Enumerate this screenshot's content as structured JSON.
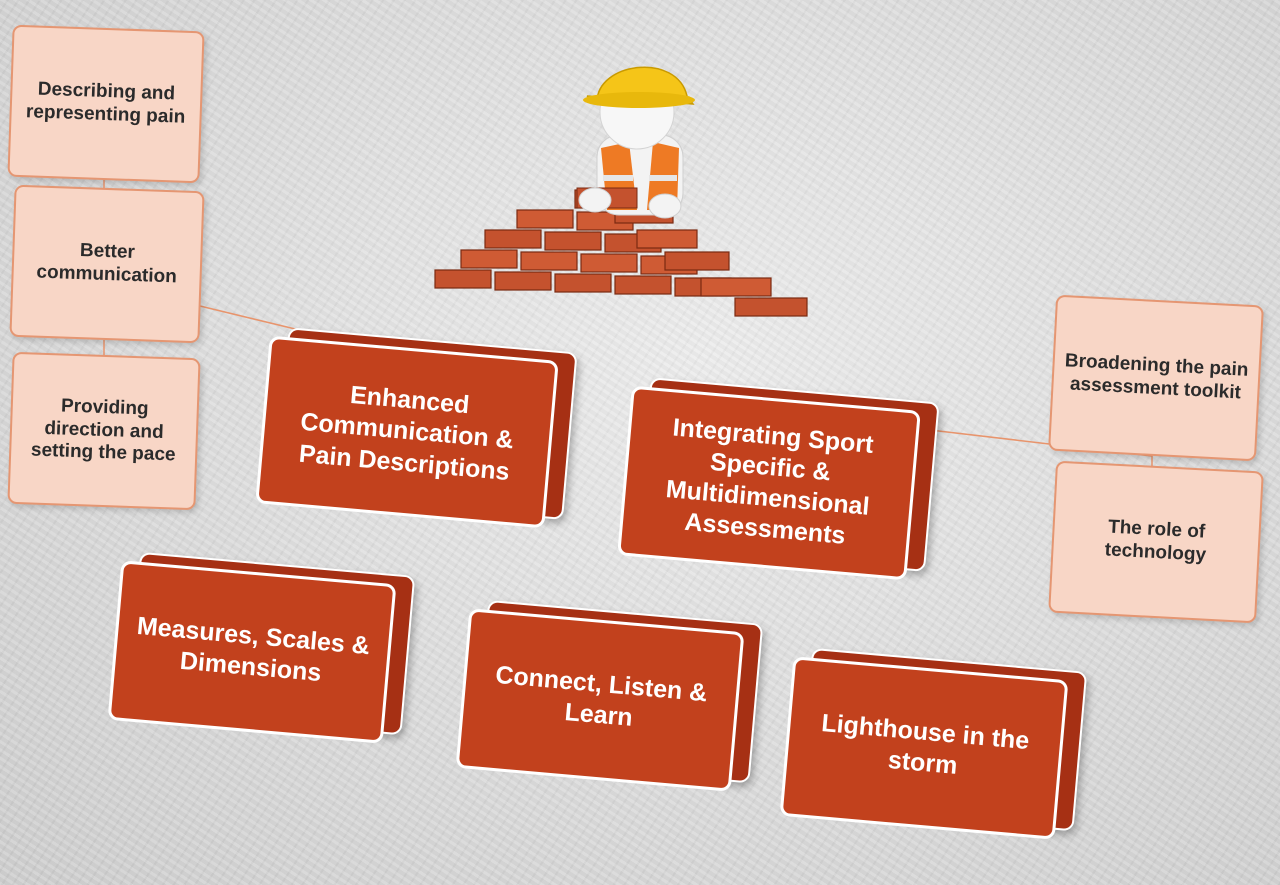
{
  "side_left": [
    {
      "label": "Describing and representing pain"
    },
    {
      "label": "Better communication"
    },
    {
      "label": "Providing direction and setting the pace"
    }
  ],
  "side_right": [
    {
      "label": "Broadening the pain assessment toolkit"
    },
    {
      "label": "The role of technology"
    }
  ],
  "blocks": [
    {
      "label": "Enhanced Communication & Pain Descriptions"
    },
    {
      "label": "Integrating Sport Specific & Multidimensional Assessments"
    },
    {
      "label": "Measures, Scales & Dimensions"
    },
    {
      "label": "Connect, Listen & Learn"
    },
    {
      "label": "Lighthouse in the storm"
    }
  ],
  "colors": {
    "block_fill": "#c2411d",
    "side_box_fill": "#f8d6c6",
    "side_box_border": "#e59672",
    "brick": "#c4522e",
    "hard_hat": "#f5c518"
  },
  "illustration": {
    "icon": "construction-worker-building-brick-wall-icon"
  }
}
